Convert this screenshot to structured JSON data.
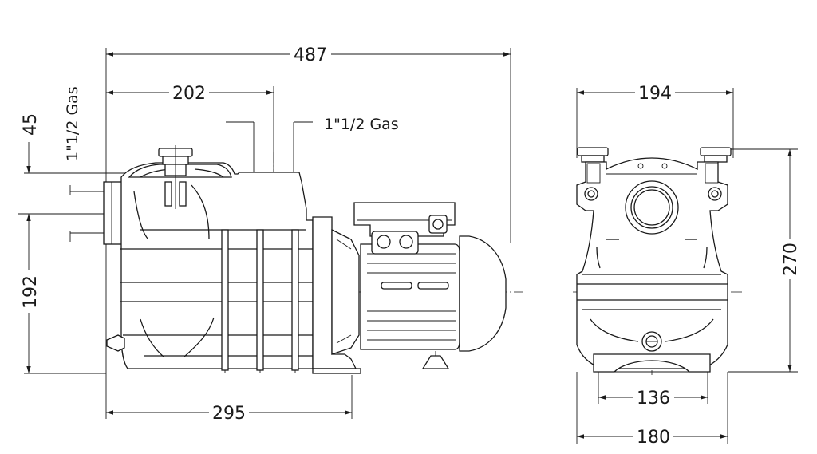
{
  "dimensions": {
    "overall_length": "487",
    "suction_to_discharge": "202",
    "discharge_connection": "1\"1/2 Gas",
    "suction_connection": "1\"1/2 Gas",
    "top_offset": "45",
    "suction_height": "192",
    "base_length": "295",
    "front_width": "194",
    "overall_height": "270",
    "base_mount_inner": "136",
    "base_mount_outer": "180"
  }
}
